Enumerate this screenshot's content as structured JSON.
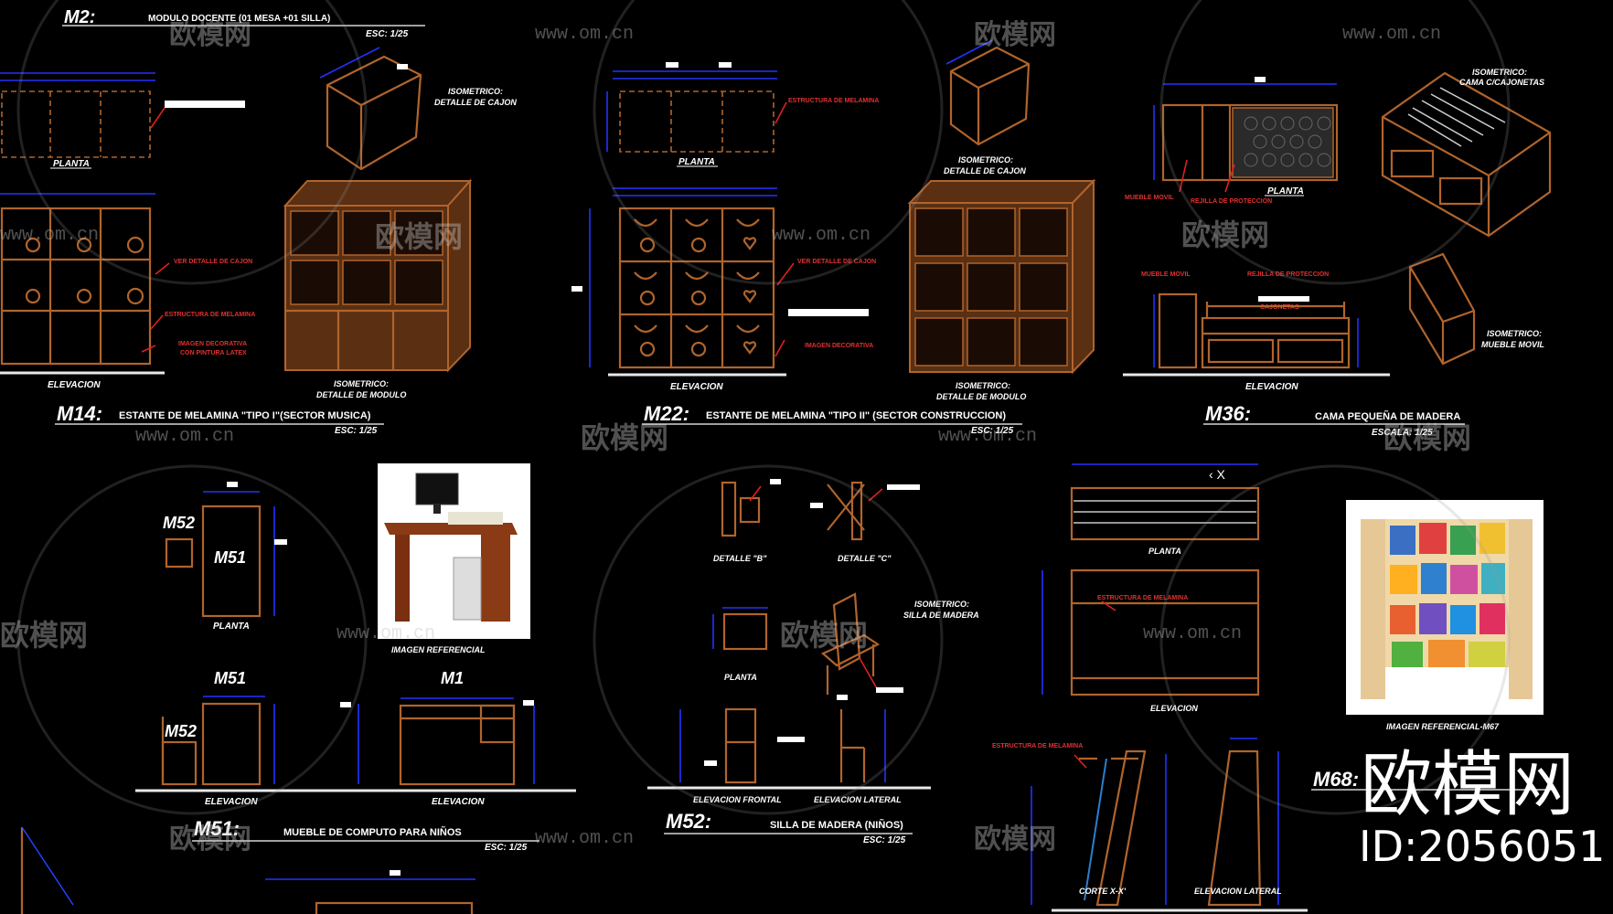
{
  "sections": {
    "m2": {
      "code": "M2:",
      "title": "MODULO DOCENTE (01 MESA +01 SILLA)",
      "scale": "ESC: 1/25"
    },
    "m14": {
      "code": "M14:",
      "title": "ESTANTE DE MELAMINA \"TIPO I\"(SECTOR MUSICA)",
      "scale": "ESC: 1/25"
    },
    "m22": {
      "code": "M22:",
      "title": "ESTANTE DE MELAMINA \"TIPO II\" (SECTOR CONSTRUCCION)",
      "scale": "ESC: 1/25"
    },
    "m36": {
      "code": "M36:",
      "title": "CAMA PEQUEÑA DE MADERA",
      "scale": "ESCALA: 1/25"
    },
    "m51": {
      "code": "M51:",
      "title": "MUEBLE DE COMPUTO PARA NIÑOS",
      "scale": "ESC: 1/25"
    },
    "m52": {
      "code": "M52:",
      "title": "SILLA DE MADERA (NIÑOS)",
      "scale": "ESC: 1/25"
    },
    "m68": {
      "code": "M68:"
    }
  },
  "labels": {
    "planta": "PLANTA",
    "elevacion": "ELEVACION",
    "iso_cajon_1": "ISOMETRICO:",
    "iso_cajon_2": "DETALLE DE CAJON",
    "iso_modulo_1": "ISOMETRICO:",
    "iso_modulo_2": "DETALLE DE MODULO",
    "iso_cama_1": "ISOMETRICO:",
    "iso_cama_2": "CAMA C/CAJONETAS",
    "iso_mueble_1": "ISOMETRICO:",
    "iso_mueble_2": "MUEBLE MOVIL",
    "iso_silla_1": "ISOMETRICO:",
    "iso_silla_2": "SILLA DE MADERA",
    "imagen_ref": "IMAGEN REFERENCIAL",
    "imagen_ref_m67": "IMAGEN REFERENCIAL-M67",
    "detalle_b": "DETALLE \"B\"",
    "detalle_c": "DETALLE \"C\"",
    "elev_frontal": "ELEVACION FRONTAL",
    "elev_lateral": "ELEVACION LATERAL",
    "corte": "CORTE X-X'",
    "elev_lateral_2": "ELEVACION LATERAL",
    "m51": "M51",
    "m52": "M52",
    "m1": "M1"
  },
  "notes": {
    "estructura_melamina": "ESTRUCTURA DE MELAMINA",
    "ver_detalle_cajon": "VER DETALLE DE CAJON",
    "imagen_decorativa": "IMAGEN DECORATIVA",
    "con_pintura": "CON PINTURA LATEX",
    "mueble_movil": "MUEBLE MOVIL",
    "rejilla": "REJILLA DE PROTECCION",
    "cajonetas": "CAJONETAS"
  },
  "watermark": {
    "brand": "欧模网",
    "url": "www.om.cn",
    "big_brand": "欧模网",
    "id": "ID:2056051"
  },
  "colors": {
    "background": "#000000",
    "wood": "#b0642c",
    "dimension": "#2233ff",
    "leader": "#e02020"
  }
}
